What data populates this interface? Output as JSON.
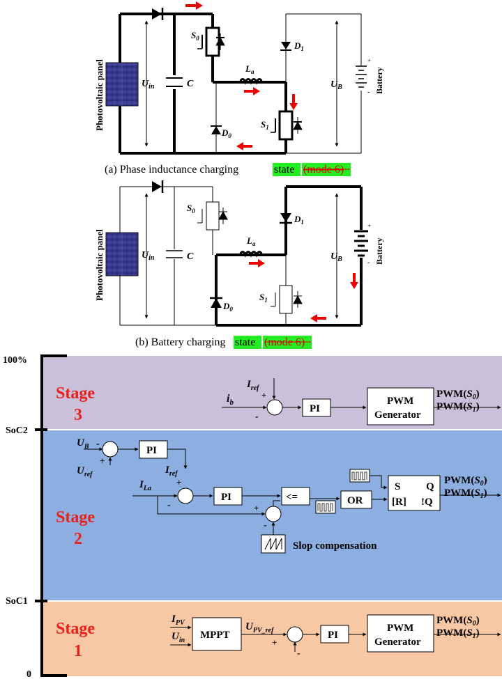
{
  "circuit_a": {
    "panel_label": "Photovoltaic panel",
    "battery_label": "Battery",
    "uin": "U",
    "uin_sub": "in",
    "cap": "C",
    "la": "L",
    "la_sub": "a",
    "s0": "S",
    "s0_sub": "0",
    "s1": "S",
    "s1_sub": "1",
    "d0": "D",
    "d0_sub": "0",
    "d1": "D",
    "d1_sub": "1",
    "ub": "U",
    "ub_sub": "B",
    "plus": "+",
    "minus": "-",
    "caption_main": "(a) Phase inductance charging ",
    "caption_hl": "state",
    "caption_strike": "(mode 6)"
  },
  "circuit_b": {
    "panel_label": "Photovoltaic panel",
    "battery_label": "Battery",
    "uin": "U",
    "uin_sub": "in",
    "cap": "C",
    "la": "L",
    "la_sub": "a",
    "s0": "S",
    "s0_sub": "0",
    "s1": "S",
    "s1_sub": "1",
    "d0": "D",
    "d0_sub": "0",
    "d1": "D",
    "d1_sub": "1",
    "ub": "U",
    "ub_sub": "B",
    "plus": "+",
    "minus": "-",
    "caption_main": "(b) Battery charging ",
    "caption_hl": "state",
    "caption_strike": "(mode 6)"
  },
  "axis": {
    "top": "100%",
    "soc2": "SoC2",
    "soc1": "SoC1",
    "zero": "0"
  },
  "stage3": {
    "title1": "Stage",
    "title2": "3",
    "iref": "I",
    "iref_sub": "ref",
    "ib": "i",
    "ib_sub": "b",
    "plus": "+",
    "minus": "-",
    "pi": "PI",
    "pwm1": "PWM",
    "pwm2": "Generator",
    "out0": "PWM(",
    "out0_s": "S",
    "out0_sub": "0",
    "out1": "PWM(",
    "out1_s": "S",
    "out1_sub": "1",
    "close": ")"
  },
  "stage2": {
    "title1": "Stage",
    "title2": "2",
    "ub": "U",
    "ub_sub": "B",
    "uref": "U",
    "uref_sub": "ref",
    "iref": "I",
    "iref_sub": "ref",
    "ila": "I",
    "ila_sub": "La",
    "plus": "+",
    "minus": "-",
    "pi": "PI",
    "le": "<=",
    "or": "OR",
    "s": "S",
    "q": "Q",
    "r": "[R]",
    "nq": "!Q",
    "slope": "Slop compensation",
    "out0": "PWM(",
    "out0_s": "S",
    "out0_sub": "0",
    "out1": "PWM(",
    "out1_s": "S",
    "out1_sub": "1",
    "close": ")"
  },
  "stage1": {
    "title1": "Stage",
    "title2": "1",
    "ipv": "I",
    "ipv_sub": "PV",
    "uin": "U",
    "uin_sub": "in",
    "mppt": "MPPT",
    "upvref": "U",
    "upvref_sub": "PV_ref",
    "plus": "+",
    "minus": "-",
    "pi": "PI",
    "pwm1": "PWM",
    "pwm2": "Generator",
    "out0": "PWM(",
    "out0_s": "S",
    "out0_sub": "0",
    "out1": "PWM(",
    "out1_s": "S",
    "out1_sub": "1",
    "close": ")"
  },
  "colors": {
    "stage3_bg": "#cbc0d9",
    "stage2_bg": "#8caee0",
    "stage1_bg": "#f8c7a4",
    "title_red": "#e8201c",
    "arrow_red": "#ee0000",
    "highlight": "#22ee22"
  }
}
